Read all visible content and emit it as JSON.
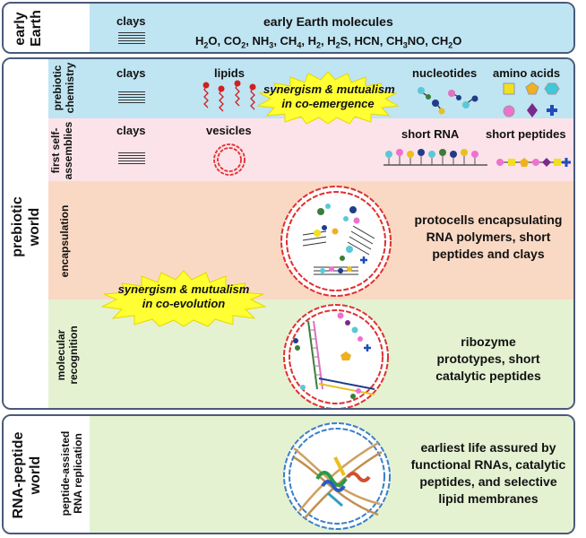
{
  "early_earth": {
    "side_label_line1": "early",
    "side_label_line2": "Earth",
    "clays": "clays",
    "molecules_title": "early Earth molecules",
    "molecules": [
      {
        "base": "H",
        "sub": "2",
        "tail": "O"
      },
      {
        "base": "CO",
        "sub": "2",
        "tail": ""
      },
      {
        "base": "NH",
        "sub": "3",
        "tail": ""
      },
      {
        "base": "CH",
        "sub": "4",
        "tail": ""
      },
      {
        "base": "H",
        "sub": "2",
        "tail": ""
      },
      {
        "base": "H",
        "sub": "2",
        "tail": "S"
      },
      {
        "base": "HCN",
        "sub": "",
        "tail": ""
      },
      {
        "base": "CH",
        "sub": "3",
        "tail": "NO"
      },
      {
        "base": "CH",
        "sub": "2",
        "tail": "O"
      }
    ]
  },
  "prebiotic_world": {
    "side_label_line1": "prebiotic",
    "side_label_line2": "world",
    "chemistry": {
      "label_line1": "prebiotic",
      "label_line2": "chemistry",
      "clays": "clays",
      "lipids": "lipids",
      "nucleotides": "nucleotides",
      "amino_acids": "amino acids",
      "star_line1": "synergism & mutualism",
      "star_line2": "in co-emergence"
    },
    "self_assemblies": {
      "label_line1": "first self-",
      "label_line2": "assemblies",
      "clays": "clays",
      "vesicles": "vesicles",
      "short_rna": "short RNA",
      "short_peptides": "short peptides"
    },
    "encapsulation": {
      "label": "encapsulation",
      "desc_line1": "protocells encapsulating",
      "desc_line2": "RNA polymers, short",
      "desc_line3": "peptides and clays"
    },
    "evolution_star": {
      "line1": "synergism & mutualism",
      "line2": "in co-evolution"
    },
    "recognition": {
      "label_line1": "molecular",
      "label_line2": "recognition",
      "desc_line1": "ribozyme",
      "desc_line2": "prototypes, short",
      "desc_line3": "catalytic peptides"
    }
  },
  "rna_peptide_world": {
    "side_label_line1": "RNA-peptide",
    "side_label_line2": "world",
    "label_line1": "peptide-assisted",
    "label_line2": "RNA replication",
    "desc_line1": "earliest life assured by",
    "desc_line2": "functional RNAs, catalytic",
    "desc_line3": "peptides, and selective",
    "desc_line4": "lipid membranes"
  },
  "colors": {
    "early_earth_bg": "#bfe4f2",
    "chemistry_bg": "#bfe4f2",
    "self_assembly_bg": "#fbe3e9",
    "encapsulation_bg": "#fad9c4",
    "recognition_bg": "#e4f2d2",
    "rna_world_bg": "#e4f2d2",
    "star_fill": "#ffff33",
    "vesicle_red": "#e03030",
    "vesicle_blue": "#3a7fc8"
  }
}
